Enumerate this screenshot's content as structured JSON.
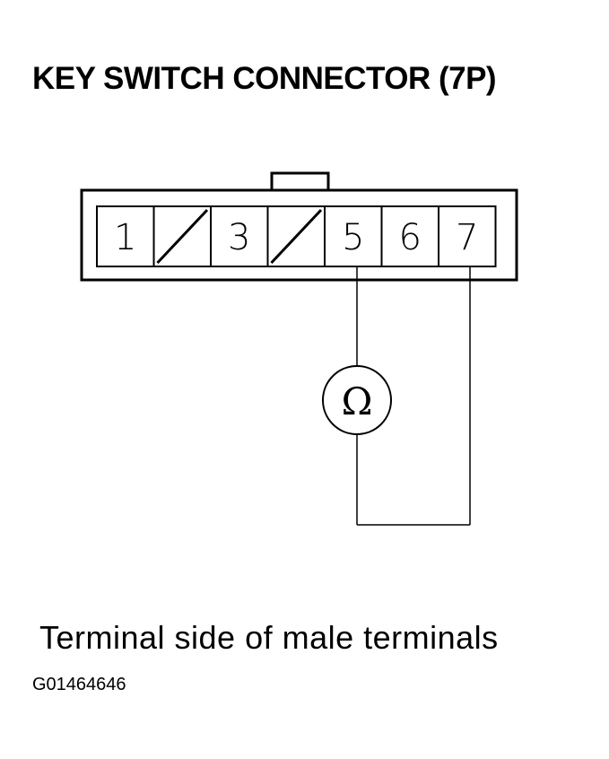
{
  "title": "KEY SWITCH CONNECTOR (7P)",
  "pins": [
    {
      "label": "1",
      "empty": false
    },
    {
      "label": "",
      "empty": true
    },
    {
      "label": "3",
      "empty": false
    },
    {
      "label": "",
      "empty": true
    },
    {
      "label": "5",
      "empty": false
    },
    {
      "label": "6",
      "empty": false
    },
    {
      "label": "7",
      "empty": false
    }
  ],
  "meter": {
    "symbol": "Ω",
    "name": "ohmmeter",
    "connected_pins": [
      "5",
      "7"
    ]
  },
  "caption": "Terminal side of male terminals",
  "figure_id": "G01464646"
}
